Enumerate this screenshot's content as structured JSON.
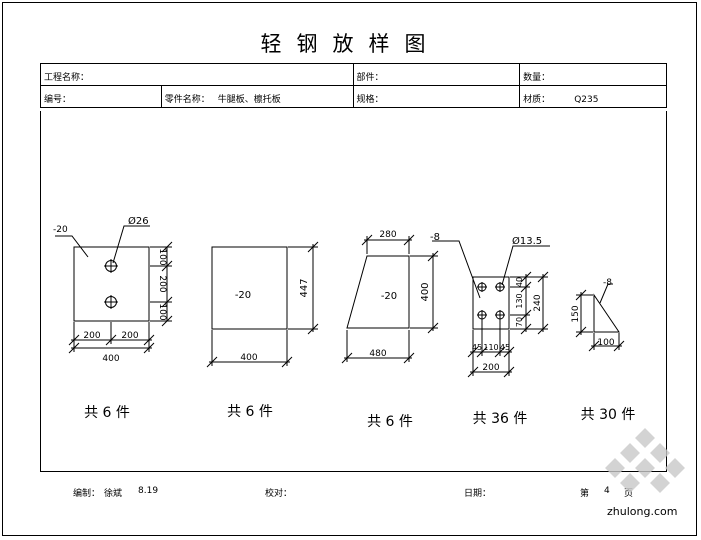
{
  "title": "轻钢放样图",
  "header": {
    "project_label": "工程名称：",
    "component_label": "部件：",
    "quantity_label": "数量：",
    "number_label": "编号：",
    "part_label": "零件名称：",
    "part_value": "牛腿板、檩托板",
    "spec_label": "规格：",
    "material_label": "材质：",
    "material_value": "Q235"
  },
  "parts": [
    {
      "thickness": "-20",
      "hole": "Ø26",
      "dims": {
        "v1": "100",
        "v2": "200",
        "v3": "100",
        "h1": "200",
        "h2": "200",
        "h_total": "400"
      },
      "count": "共 6 件"
    },
    {
      "thickness": "-20",
      "dims": {
        "height": "447",
        "width": "400"
      },
      "count": "共 6 件"
    },
    {
      "thickness": "-20",
      "dims": {
        "top": "280",
        "height": "400",
        "bottom": "480"
      },
      "count": "共 6 件"
    },
    {
      "thickness": "-8",
      "hole": "Ø13.5",
      "dims": {
        "v1": "40",
        "v2": "130",
        "v3": "70",
        "v_total": "240",
        "h1": "45",
        "h2": "110",
        "h3": "45",
        "h_total": "200"
      },
      "count": "共 36 件"
    },
    {
      "thickness": "-8",
      "dims": {
        "height": "150",
        "width": "100"
      },
      "count": "共 30 件"
    }
  ],
  "footer": {
    "drawn_label": "编制：",
    "drawn_name": "徐斌",
    "drawn_date": "8.19",
    "check_label": "校对：",
    "date_label": "日期：",
    "page_prefix": "第",
    "page_number": "4",
    "page_suffix": "页"
  },
  "watermark": "zhulong.com"
}
